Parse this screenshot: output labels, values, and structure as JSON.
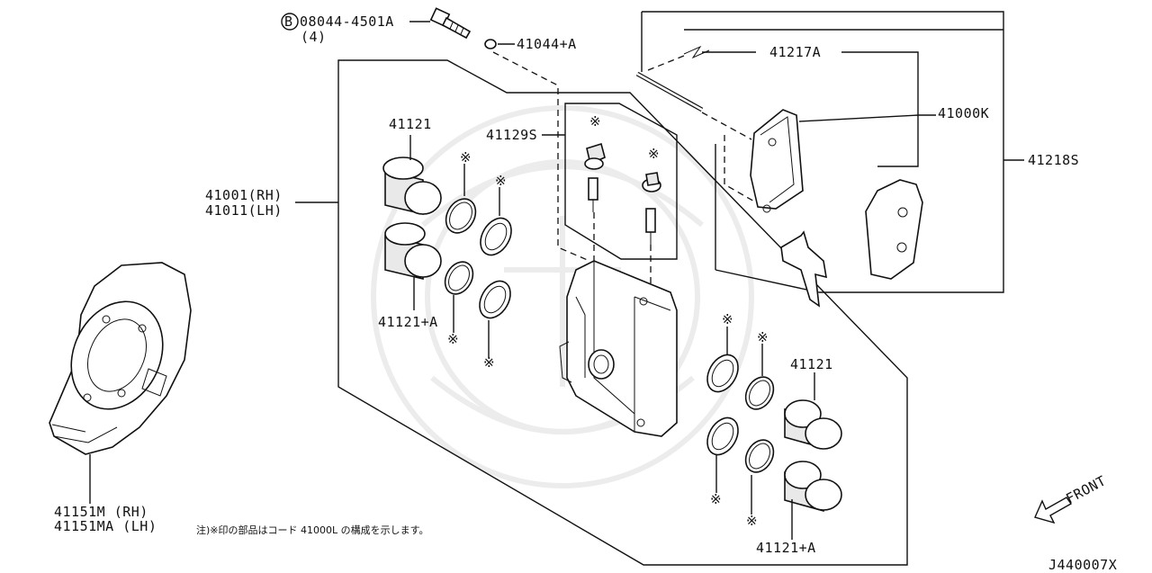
{
  "labels": {
    "bolt_circle": "B",
    "bolt": "08044-4501A",
    "bolt_qty": "(4)",
    "washer": "41044+A",
    "pin": "41217A",
    "pad_kit": "41000K",
    "pin_kit": "41218S",
    "bleeder_kit": "41129S",
    "piston_top_left": "41121",
    "piston_bottom_left": "41121+A",
    "caliper_rh": "41001(RH)",
    "caliper_lh": "41011(LH)",
    "piston_top_right": "41121",
    "piston_bottom_right": "41121+A",
    "shield_rh": "41151M  (RH)",
    "shield_lh": "41151MA (LH)",
    "front": "FRONT",
    "asterisk": "※",
    "note": "注)※印の部品はコード 41000L の構成を示します。",
    "diagram_code": "J440007X"
  }
}
